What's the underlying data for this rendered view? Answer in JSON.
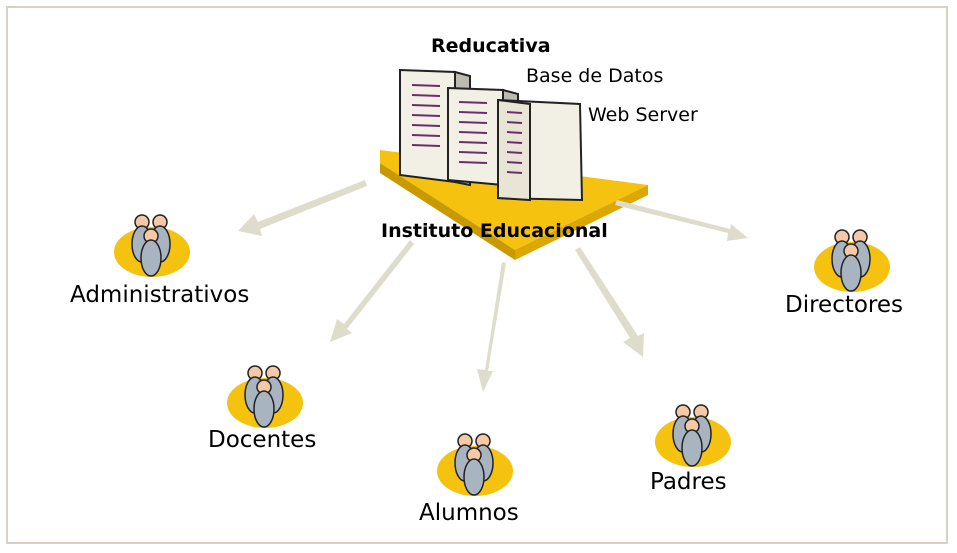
{
  "system": {
    "title": "Reducativa",
    "db_label": "Base de Datos",
    "web_label": "Web Server",
    "institution": "Instituto Educacional"
  },
  "groups": [
    {
      "id": "administrativos",
      "label": "Administrativos",
      "icon": "user-group-icon"
    },
    {
      "id": "docentes",
      "label": "Docentes",
      "icon": "user-group-icon"
    },
    {
      "id": "alumnos",
      "label": "Alumnos",
      "icon": "user-group-icon"
    },
    {
      "id": "padres",
      "label": "Padres",
      "icon": "user-group-icon"
    },
    {
      "id": "directores",
      "label": "Directores",
      "icon": "user-group-icon"
    }
  ],
  "colors": {
    "platform": "#f4c20f",
    "platform_edge": "#c99a00",
    "arrow": "#deddcc",
    "frame": "#d6d2c4",
    "server_face": "#f2f0e4",
    "server_side": "#bdbab0",
    "server_lines": "#6b2d6b",
    "person_skin": "#f5c9a7",
    "person_body": "#a8b4c0",
    "ellipse": "#f4c20f"
  }
}
